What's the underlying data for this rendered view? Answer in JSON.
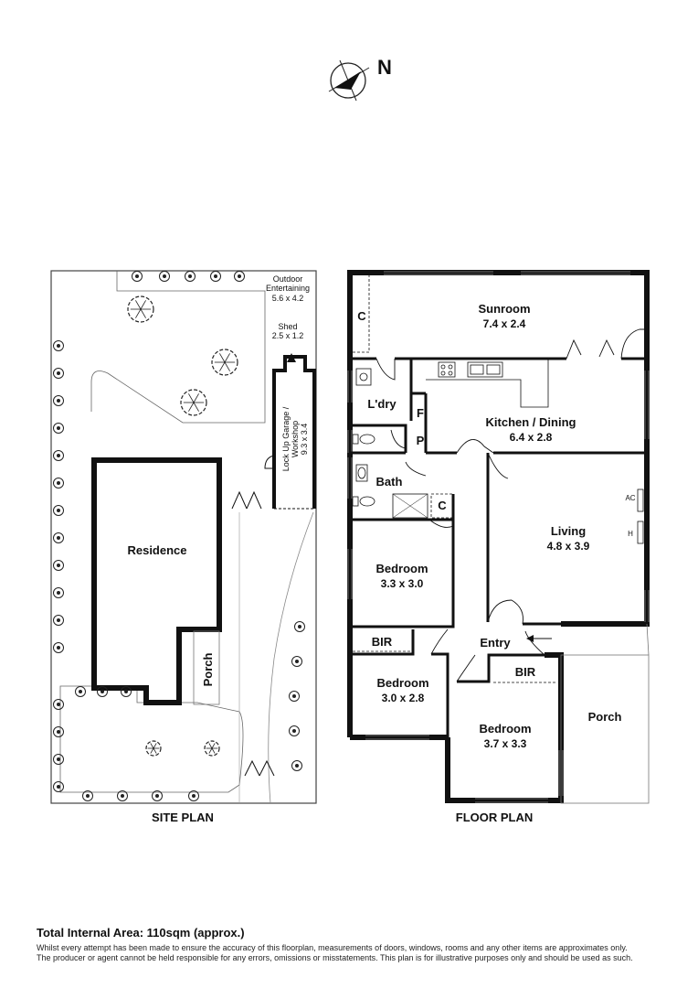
{
  "north_label": "N",
  "site_plan": {
    "caption": "SITE PLAN",
    "outdoor_label": "Outdoor",
    "outdoor_label_2": "Entertaining",
    "outdoor_dim": "5.6 x 4.2",
    "shed_label": "Shed",
    "shed_dim": "2.5 x 1.2",
    "garage_label": "Lock Up Garage /",
    "garage_label_2": "Workshop",
    "garage_dim": "9.3 x 3.4",
    "residence_label": "Residence",
    "porch_label": "Porch"
  },
  "floor_plan": {
    "caption": "FLOOR PLAN",
    "rooms": {
      "sunroom": {
        "name": "Sunroom",
        "dim": "7.4 x 2.4"
      },
      "laundry": {
        "name": "L'dry"
      },
      "kitchen": {
        "name": "Kitchen / Dining",
        "dim": "6.4 x 2.8"
      },
      "bath": {
        "name": "Bath"
      },
      "living": {
        "name": "Living",
        "dim": "4.8 x 3.9"
      },
      "bedroom1": {
        "name": "Bedroom",
        "dim": "3.3 x 3.0"
      },
      "bedroom2": {
        "name": "Bedroom",
        "dim": "3.0 x 2.8"
      },
      "bedroom3": {
        "name": "Bedroom",
        "dim": "3.7 x 3.3"
      },
      "entry": {
        "name": "Entry"
      },
      "porch": {
        "name": "Porch"
      }
    },
    "labels": {
      "c_sunroom": "C",
      "f": "F",
      "p": "P",
      "c_bath": "C",
      "ac": "AC",
      "h": "H",
      "bir1": "BIR",
      "bir2": "BIR"
    }
  },
  "footer": {
    "total_area": "Total Internal Area: 110sqm (approx.)",
    "disclaimer_1": "Whilst every attempt has been made to ensure the accuracy of this floorplan, measurements of doors, windows, rooms and any other items are approximates only.",
    "disclaimer_2": "The producer or agent cannot be held responsible for any errors, omissions or misstatements. This plan is for illustrative purposes only and should be used as such."
  }
}
